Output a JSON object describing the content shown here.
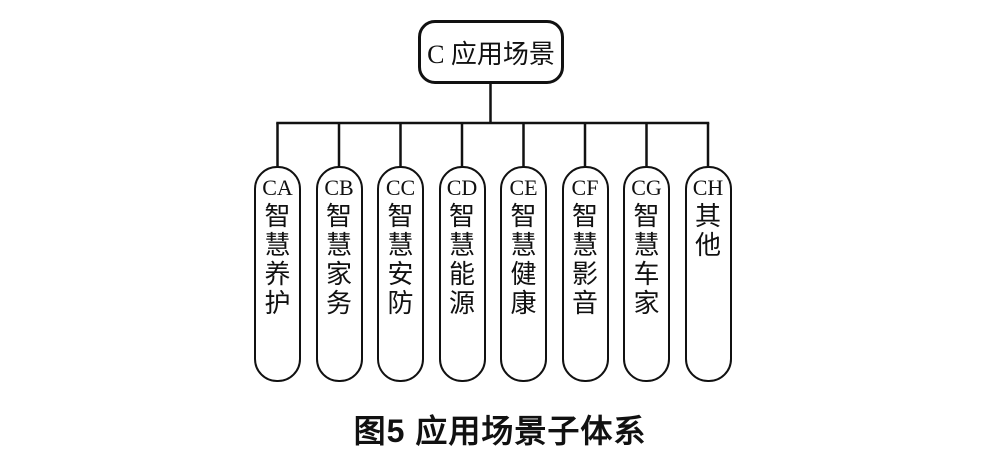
{
  "figure": {
    "root": {
      "label": "C 应用场景"
    },
    "children": [
      {
        "code": "CA",
        "label": "智慧养护"
      },
      {
        "code": "CB",
        "label": "智慧家务"
      },
      {
        "code": "CC",
        "label": "智慧安防"
      },
      {
        "code": "CD",
        "label": "智慧能源"
      },
      {
        "code": "CE",
        "label": "智慧健康"
      },
      {
        "code": "CF",
        "label": "智慧影音"
      },
      {
        "code": "CG",
        "label": "智慧车家"
      },
      {
        "code": "CH",
        "label": "其他"
      }
    ],
    "caption": "图5 应用场景子体系",
    "colors": {
      "line": "#111111",
      "text": "#111111",
      "background": "#ffffff"
    }
  }
}
